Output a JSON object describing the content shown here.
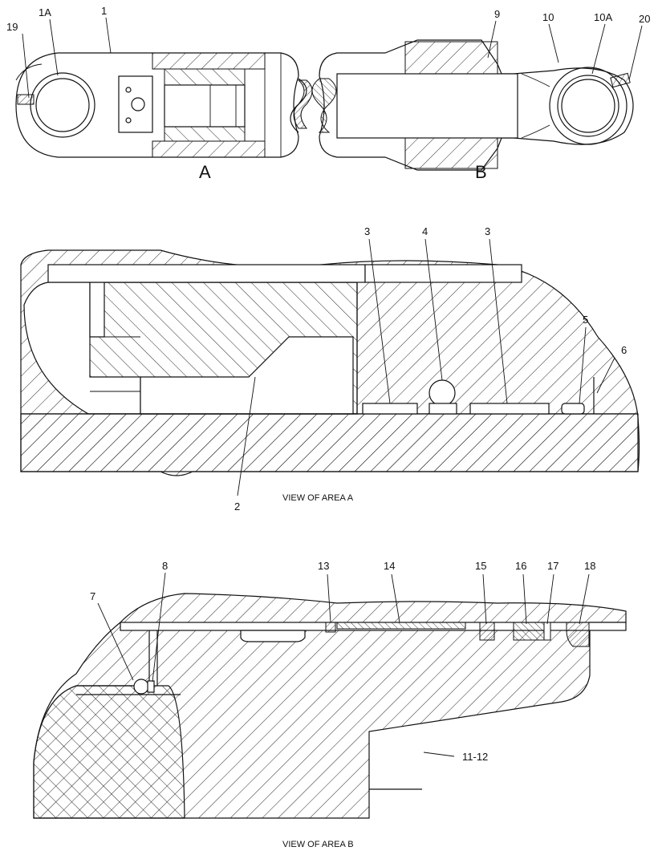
{
  "top_view": {
    "callouts": [
      "19",
      "1A",
      "1",
      "9",
      "10",
      "10A",
      "20"
    ],
    "area_a_letter": "A",
    "area_b_letter": "B"
  },
  "view_a": {
    "caption": "VIEW OF AREA A",
    "callouts": [
      "3",
      "4",
      "3",
      "5",
      "6",
      "2"
    ]
  },
  "view_b": {
    "caption": "VIEW OF AREA B",
    "callouts": [
      "7",
      "8",
      "13",
      "14",
      "15",
      "16",
      "17",
      "18",
      "11-12"
    ]
  },
  "colors": {
    "ink": "#111111",
    "paper": "#ffffff"
  }
}
